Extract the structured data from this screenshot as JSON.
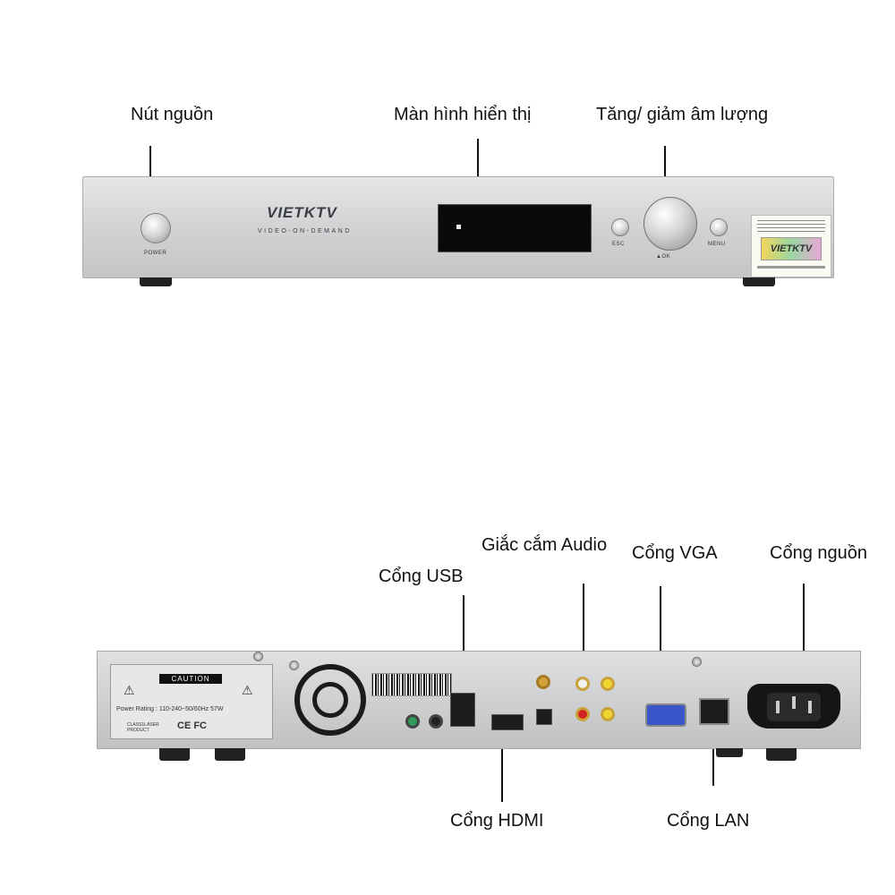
{
  "callouts": {
    "power_button": "Nút nguồn",
    "display": "Màn hình hiển thị",
    "volume": "Tăng/ giảm âm lượng",
    "audio_jack": "Giắc cắm Audio",
    "vga_port": "Cổng VGA",
    "power_port": "Cổng nguồn",
    "usb_port": "Cổng USB",
    "hdmi_port": "Cổng HDMI",
    "lan_port": "Cổng LAN"
  },
  "front_panel": {
    "power_label": "POWER",
    "brand": "VIETKTV",
    "brand_sub": "VIDEO-ON-DEMAND",
    "esc_label": "ESC",
    "menu_label": "MENU",
    "ok_label": "▲OK",
    "sticker_logo": "VIETKTV"
  },
  "rear_panel": {
    "caution_title": "CAUTION",
    "power_rating": "Power Rating : 110-240~50/60Hz 57W",
    "certs": "CE FC",
    "product_class": "CLASS1LASER PRODUCT"
  }
}
